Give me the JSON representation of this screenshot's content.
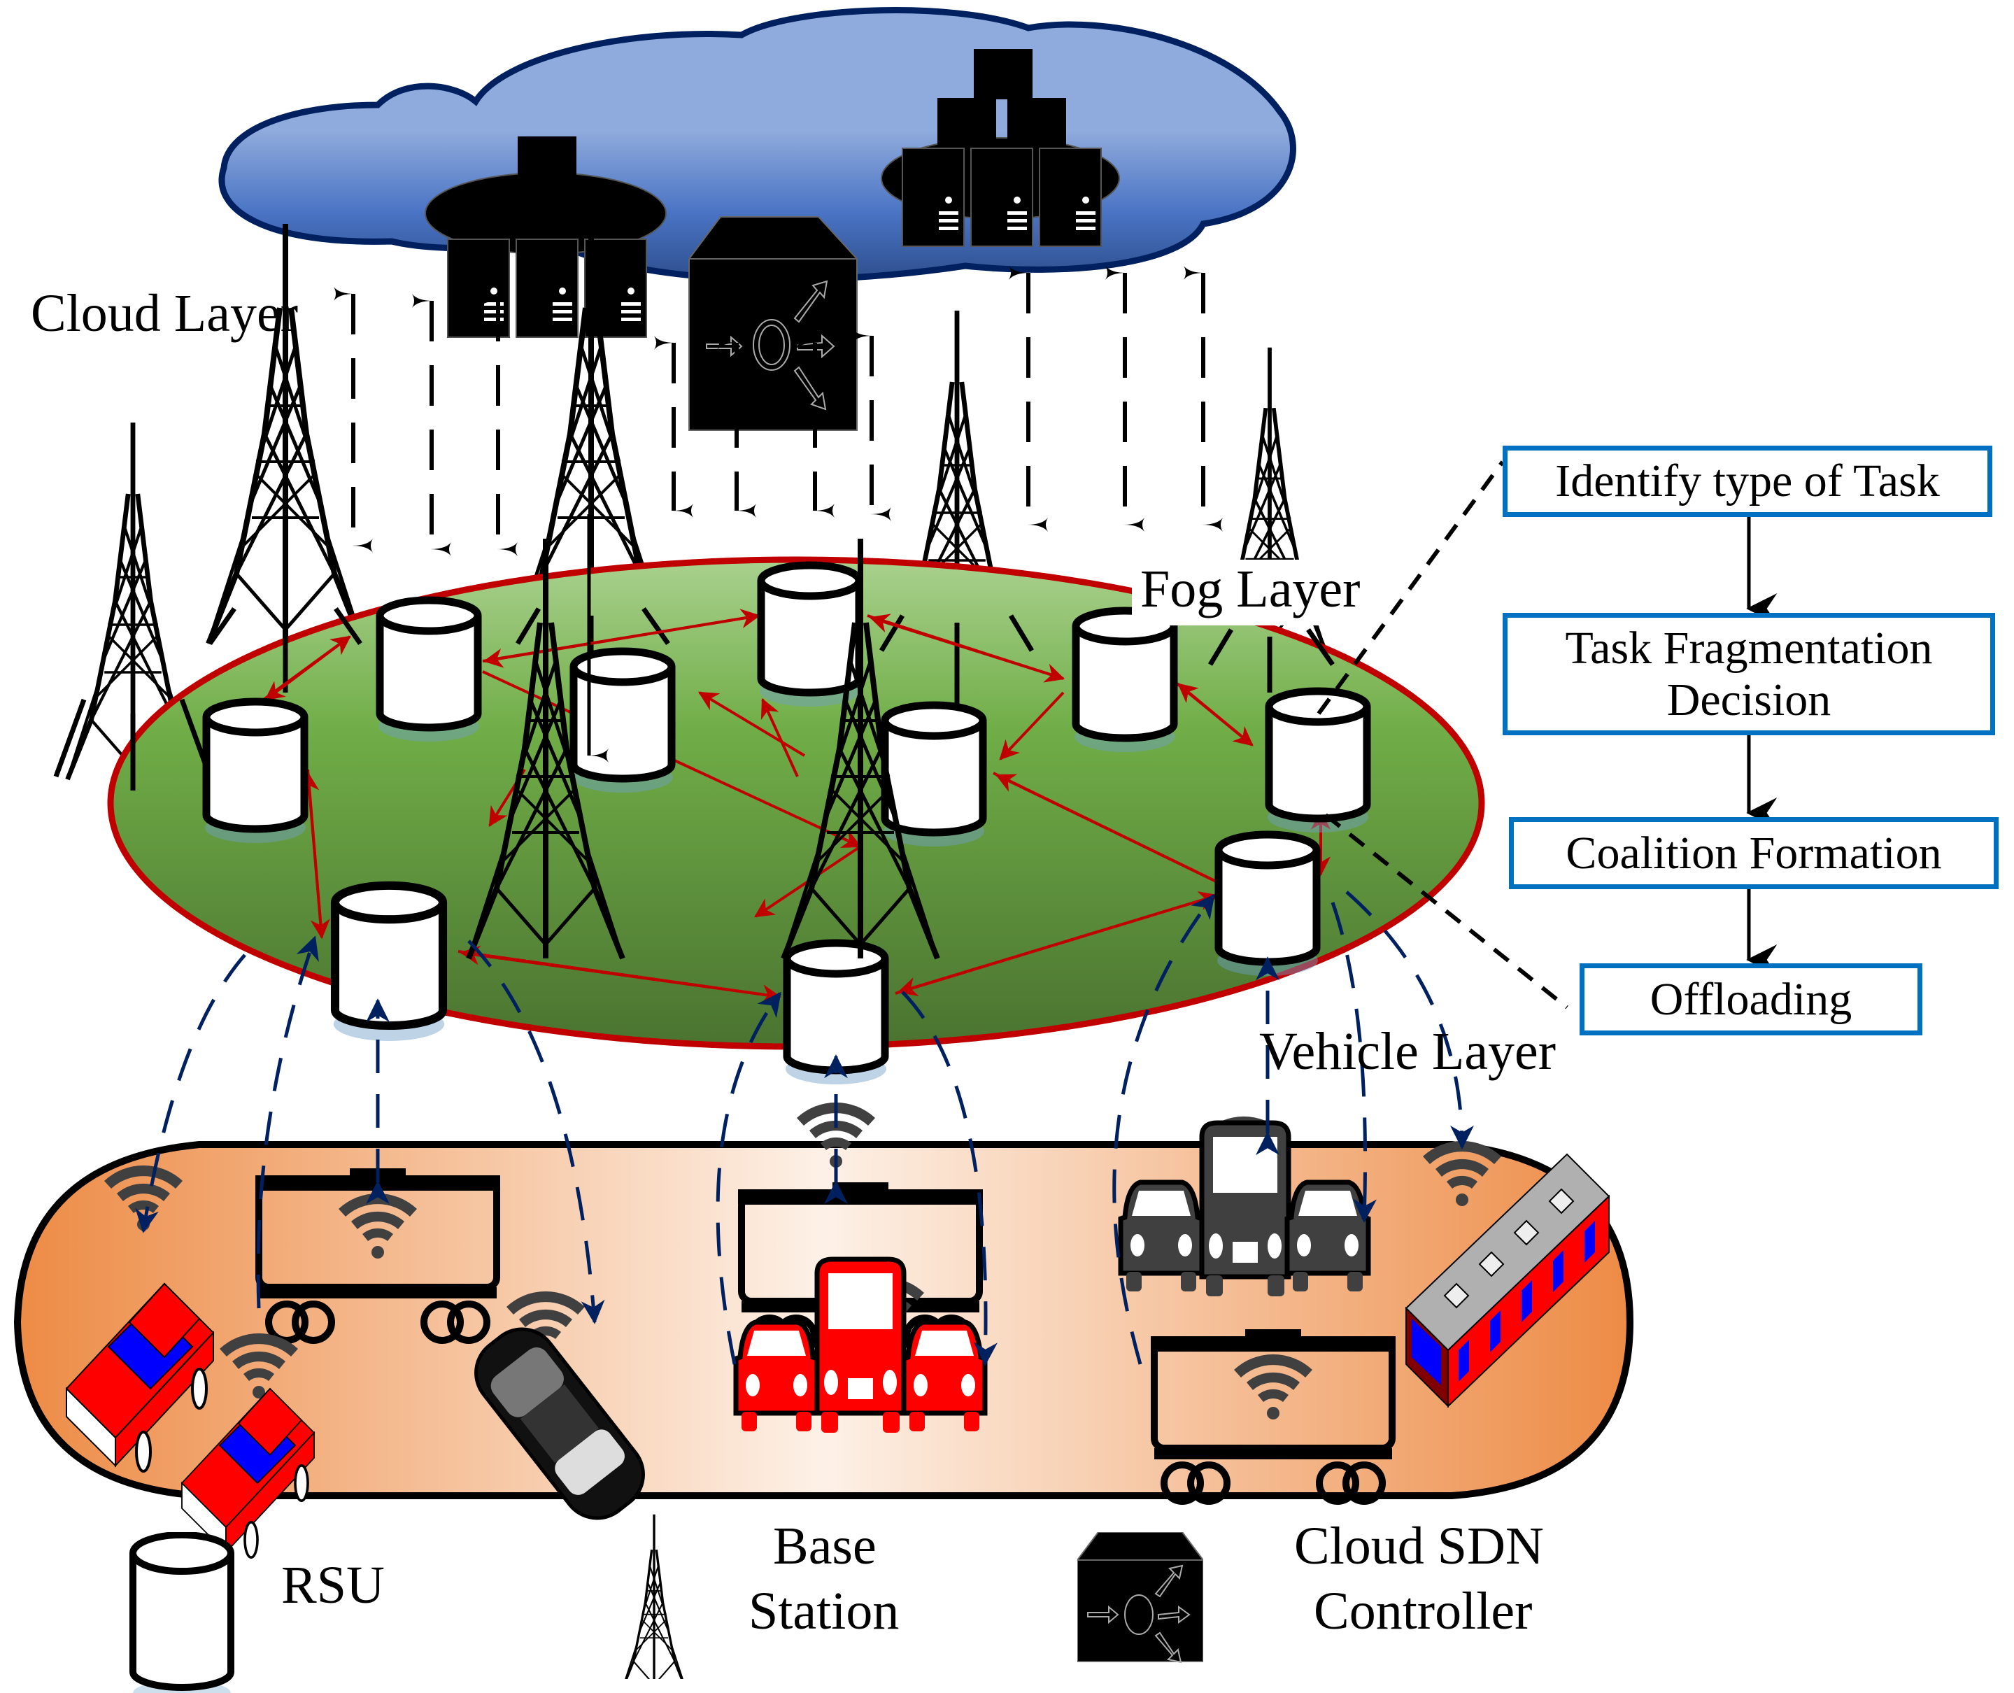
{
  "layers": {
    "cloud": "Cloud Layer",
    "fog": "Fog Layer",
    "vehicle": "Vehicle Layer"
  },
  "flowchart": {
    "steps": [
      {
        "line1": "Identify type of Task",
        "line2": ""
      },
      {
        "line1": "Task Fragmentation",
        "line2": "Decision"
      },
      {
        "line1": "Coalition Formation",
        "line2": ""
      },
      {
        "line1": "Offloading",
        "line2": ""
      }
    ]
  },
  "legend": {
    "rsu": "RSU",
    "base_station_line1": "Base",
    "base_station_line2": "Station",
    "sdn_line1": "Cloud SDN",
    "sdn_line2": "Controller"
  },
  "icons": {
    "rsu": "rsu-cylinder-icon",
    "base_station": "tower-icon",
    "sdn": "sdn-controller-icon",
    "server": "server-rack-icon",
    "wifi": "wifi-icon",
    "vehicles": [
      "car-icon",
      "tanker-train-icon",
      "bus-icon",
      "autonomous-car-icon",
      "traffic-cars-icon"
    ]
  },
  "colors": {
    "cloud_fill_top": "#8faadc",
    "cloud_fill_bottom": "#4472c4",
    "cloud_stroke": "#002060",
    "fog_fill_top": "#a9d18e",
    "fog_fill_bottom": "#4e7a30",
    "fog_stroke": "#c00000",
    "vehicle_fill_edge": "#ed8b45",
    "vehicle_fill_center": "#fdf0e6",
    "red_link": "#c00000",
    "blue_link": "#002060",
    "flow_border": "#0070c0"
  }
}
